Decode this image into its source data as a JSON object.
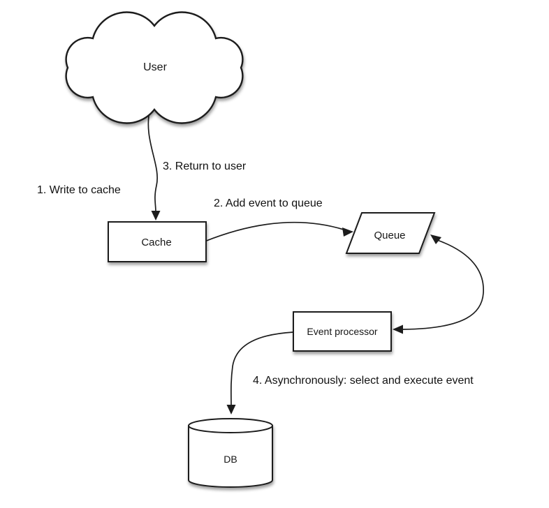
{
  "diagram": {
    "type": "flow-diagram",
    "background": "#ffffff",
    "colors": {
      "stroke": "#1c1c1c",
      "shape_fill": "#ffffff",
      "text": "#111111",
      "shadow": "rgba(0,0,0,0.35)"
    },
    "nodes": [
      {
        "id": "user",
        "label": "User",
        "shape": "cloud"
      },
      {
        "id": "cache",
        "label": "Cache",
        "shape": "rectangle"
      },
      {
        "id": "queue",
        "label": "Queue",
        "shape": "parallelogram"
      },
      {
        "id": "event_processor",
        "label": "Event processor",
        "shape": "rectangle"
      },
      {
        "id": "db",
        "label": "DB",
        "shape": "cylinder"
      }
    ],
    "edges": [
      {
        "id": "user-cache",
        "from": "User",
        "to": "Cache",
        "arrowheads": "end",
        "labels": [
          "1. Write to cache",
          "3. Return to user"
        ]
      },
      {
        "id": "cache-queue",
        "from": "Cache",
        "to": "Queue",
        "arrowheads": "end",
        "labels": [
          "2. Add event to queue"
        ]
      },
      {
        "id": "queue-event-processor",
        "from": "Queue",
        "to": "Event processor",
        "arrowheads": "both",
        "labels": []
      },
      {
        "id": "event-processor-db",
        "from": "Event processor",
        "to": "DB",
        "arrowheads": "end",
        "labels": [
          "4. Asynchronously: select and execute event"
        ]
      }
    ]
  }
}
